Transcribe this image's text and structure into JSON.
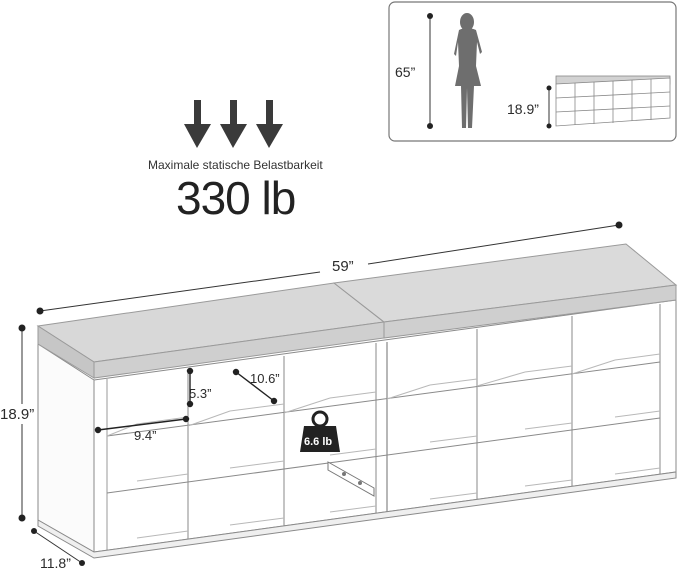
{
  "load": {
    "caption": "Maximale statische Belastbarkeit",
    "value": "330 lb"
  },
  "dimensions": {
    "width": "59”",
    "height": "18.9”",
    "depth": "11.8”",
    "compartment_width": "9.4”",
    "compartment_height": "5.3”",
    "compartment_depth": "10.6”"
  },
  "shelf_load": "6.6 lb",
  "scale_inset": {
    "person_height": "65”",
    "bench_height": "18.9”"
  }
}
